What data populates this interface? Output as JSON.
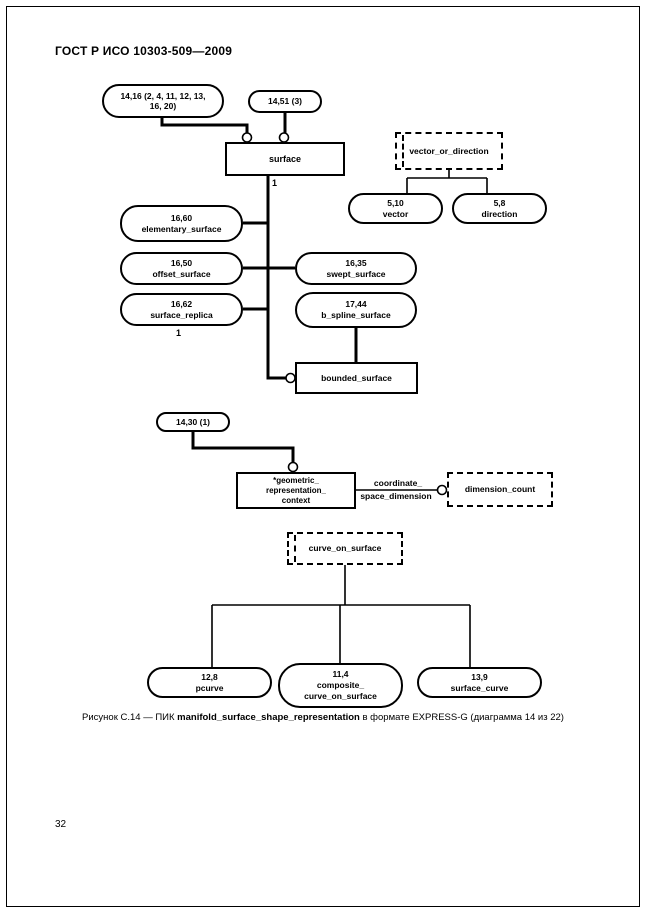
{
  "page": {
    "header": "ГОСТ Р ИСО 10303-509—2009",
    "page_number": "32",
    "caption_prefix": "Рисунок С.14 — ПИК ",
    "caption_bold": "manifold_surface_shape_representation",
    "caption_suffix": " в формате EXPRESS-G (диаграмма 14 из 22)"
  },
  "diagram": {
    "notation": "EXPRESS-G",
    "nodes": {
      "page_ref_main": "14,16 (2, 4, 11, 12, 13,\n16, 20)",
      "page_ref_surface": "14,51 (3)",
      "surface": "surface",
      "elementary_surface": "16,60\nelementary_surface",
      "offset_surface": "16,50\noffset_surface",
      "surface_replica": "16,62\nsurface_replica",
      "swept_surface": "16,35\nswept_surface",
      "b_spline_surface": "17,44\nb_spline_surface",
      "bounded_surface": "bounded_surface",
      "vector_or_direction": "vector_or_direction",
      "vector": "5,10\nvector",
      "direction": "5,8\ndirection",
      "page_ref_context": "14,30 (1)",
      "geometric_representation_context": "*geometric_\nrepresentation_\ncontext",
      "dimension_count": "dimension_count",
      "curve_on_surface": "curve_on_surface",
      "pcurve": "12,8\npcurve",
      "composite_curve_on_surface": "11,4\ncomposite_\ncurve_on_surface",
      "surface_curve": "13,9\nsurface_curve"
    },
    "labels": {
      "cardinality_surface": "1",
      "cardinality_replica": "1",
      "attribute_name_line1": "coordinate_",
      "attribute_name_line2": "space_dimension"
    }
  }
}
